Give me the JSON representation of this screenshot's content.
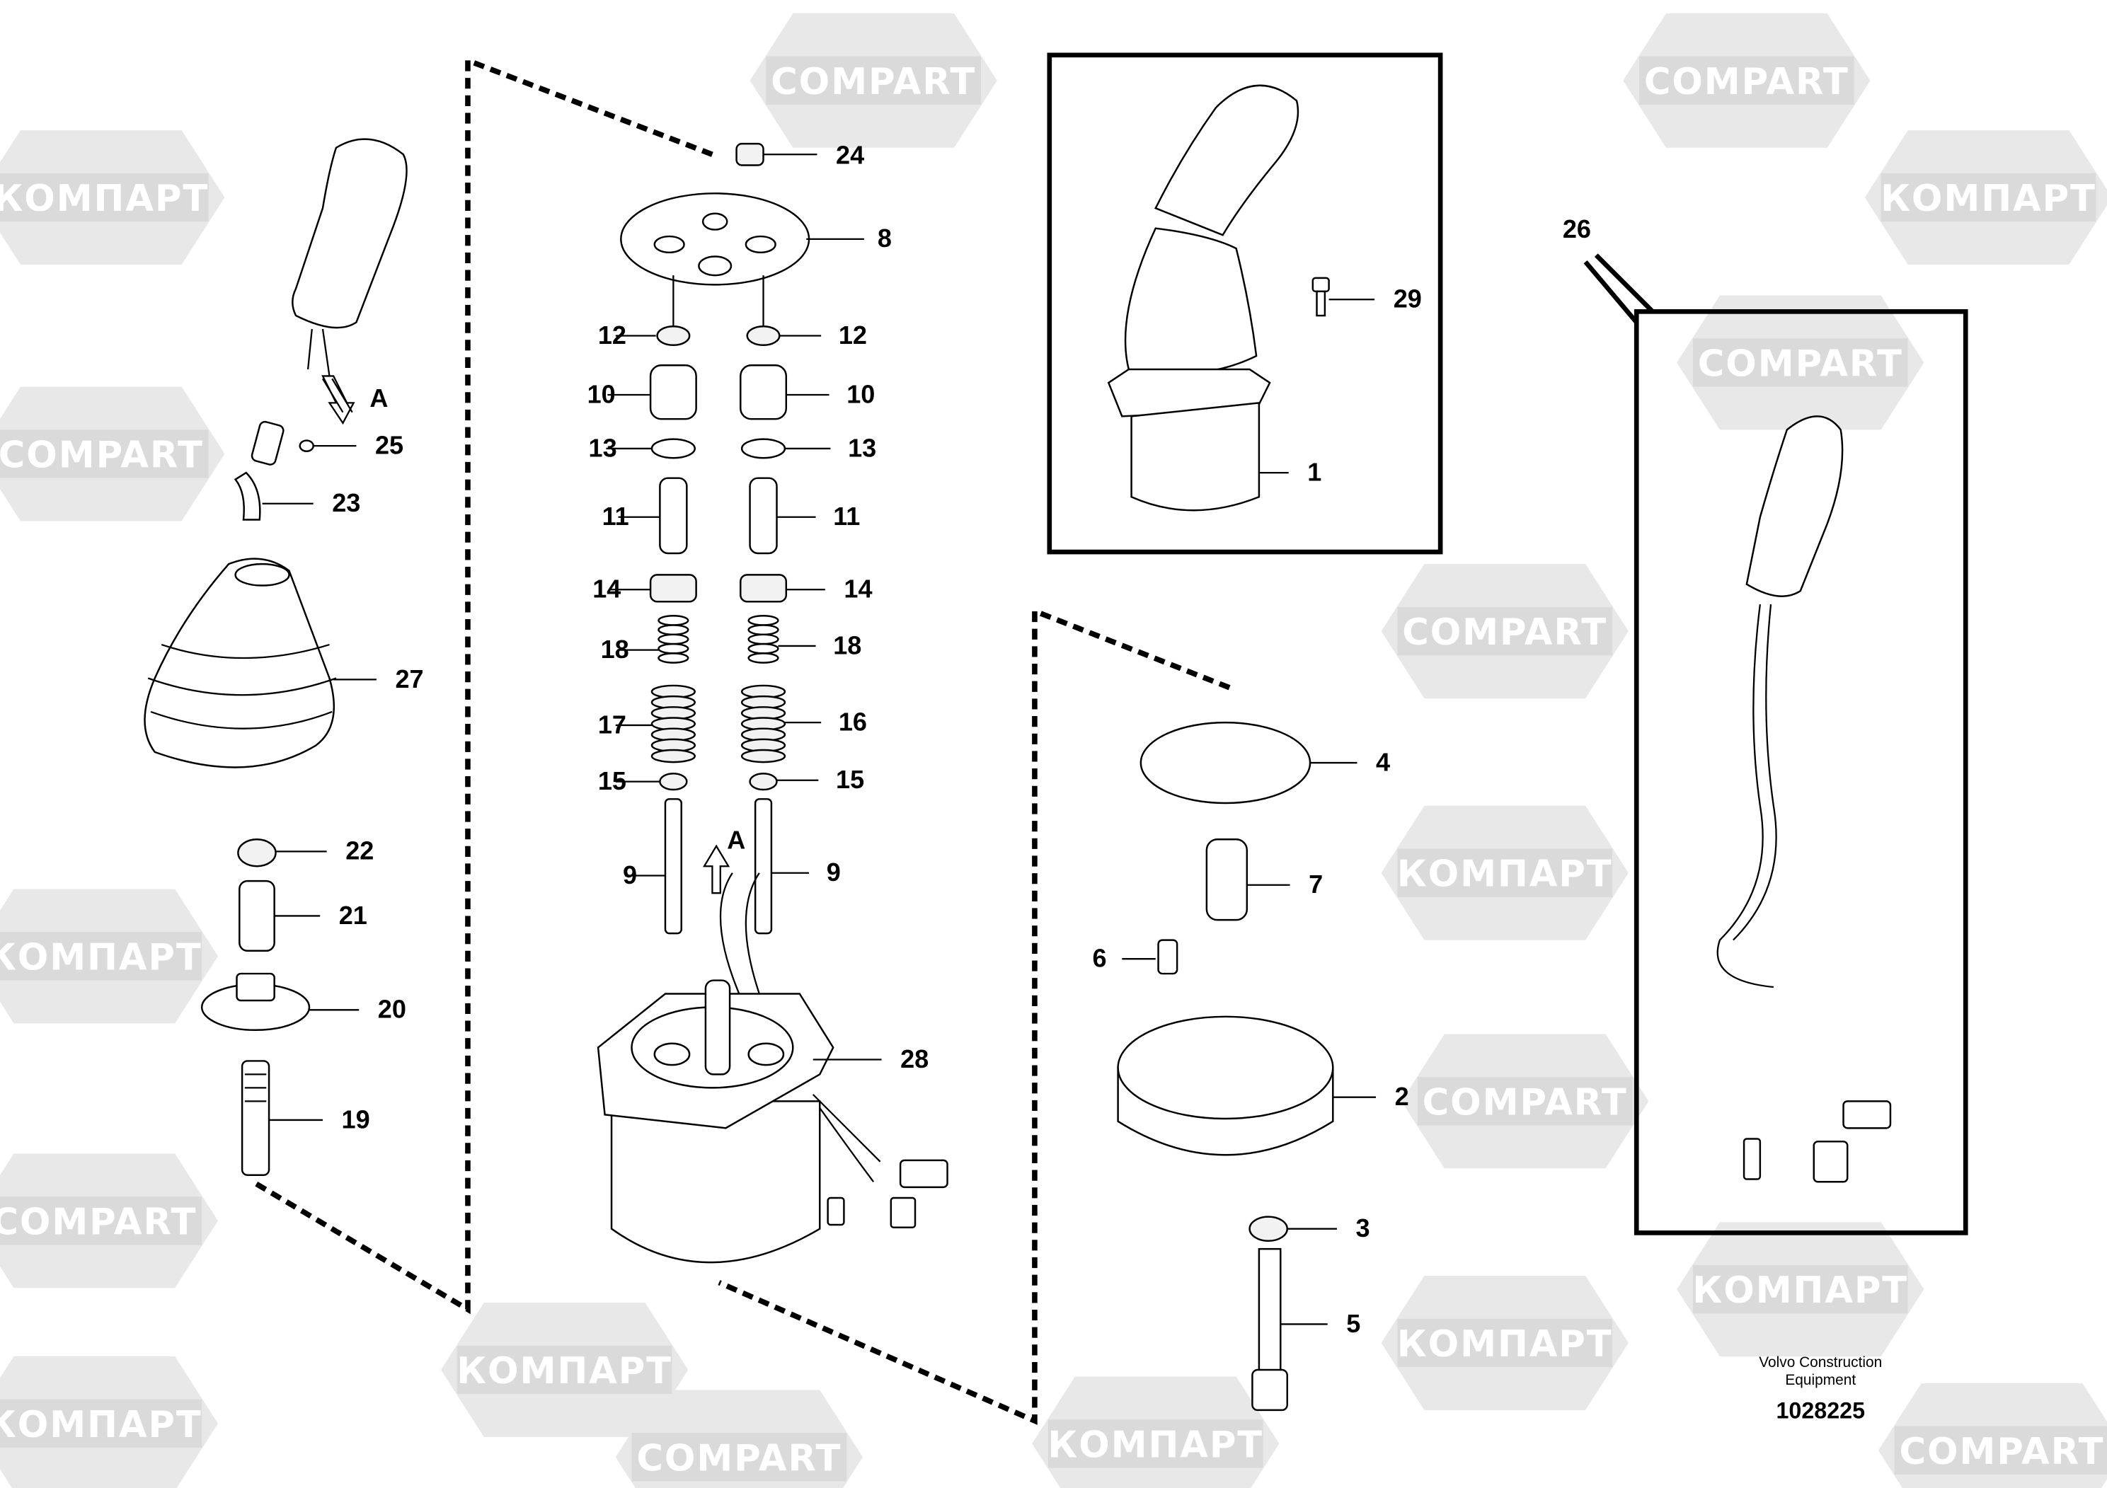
{
  "watermark": {
    "latin": "COMPART",
    "cyrillic": "КОМПАРТ"
  },
  "callouts": [
    "24",
    "8",
    "12",
    "12",
    "10",
    "10",
    "13",
    "13",
    "11",
    "11",
    "14",
    "14",
    "18",
    "18",
    "17",
    "16",
    "15",
    "15",
    "9",
    "9",
    "A",
    "28",
    "A",
    "25",
    "23",
    "27",
    "22",
    "21",
    "20",
    "19",
    "29",
    "1",
    "26",
    "4",
    "7",
    "6",
    "2",
    "3",
    "5"
  ],
  "footer": {
    "company_line1": "Volvo Construction",
    "company_line2": "Equipment",
    "document_number": "1028225"
  }
}
